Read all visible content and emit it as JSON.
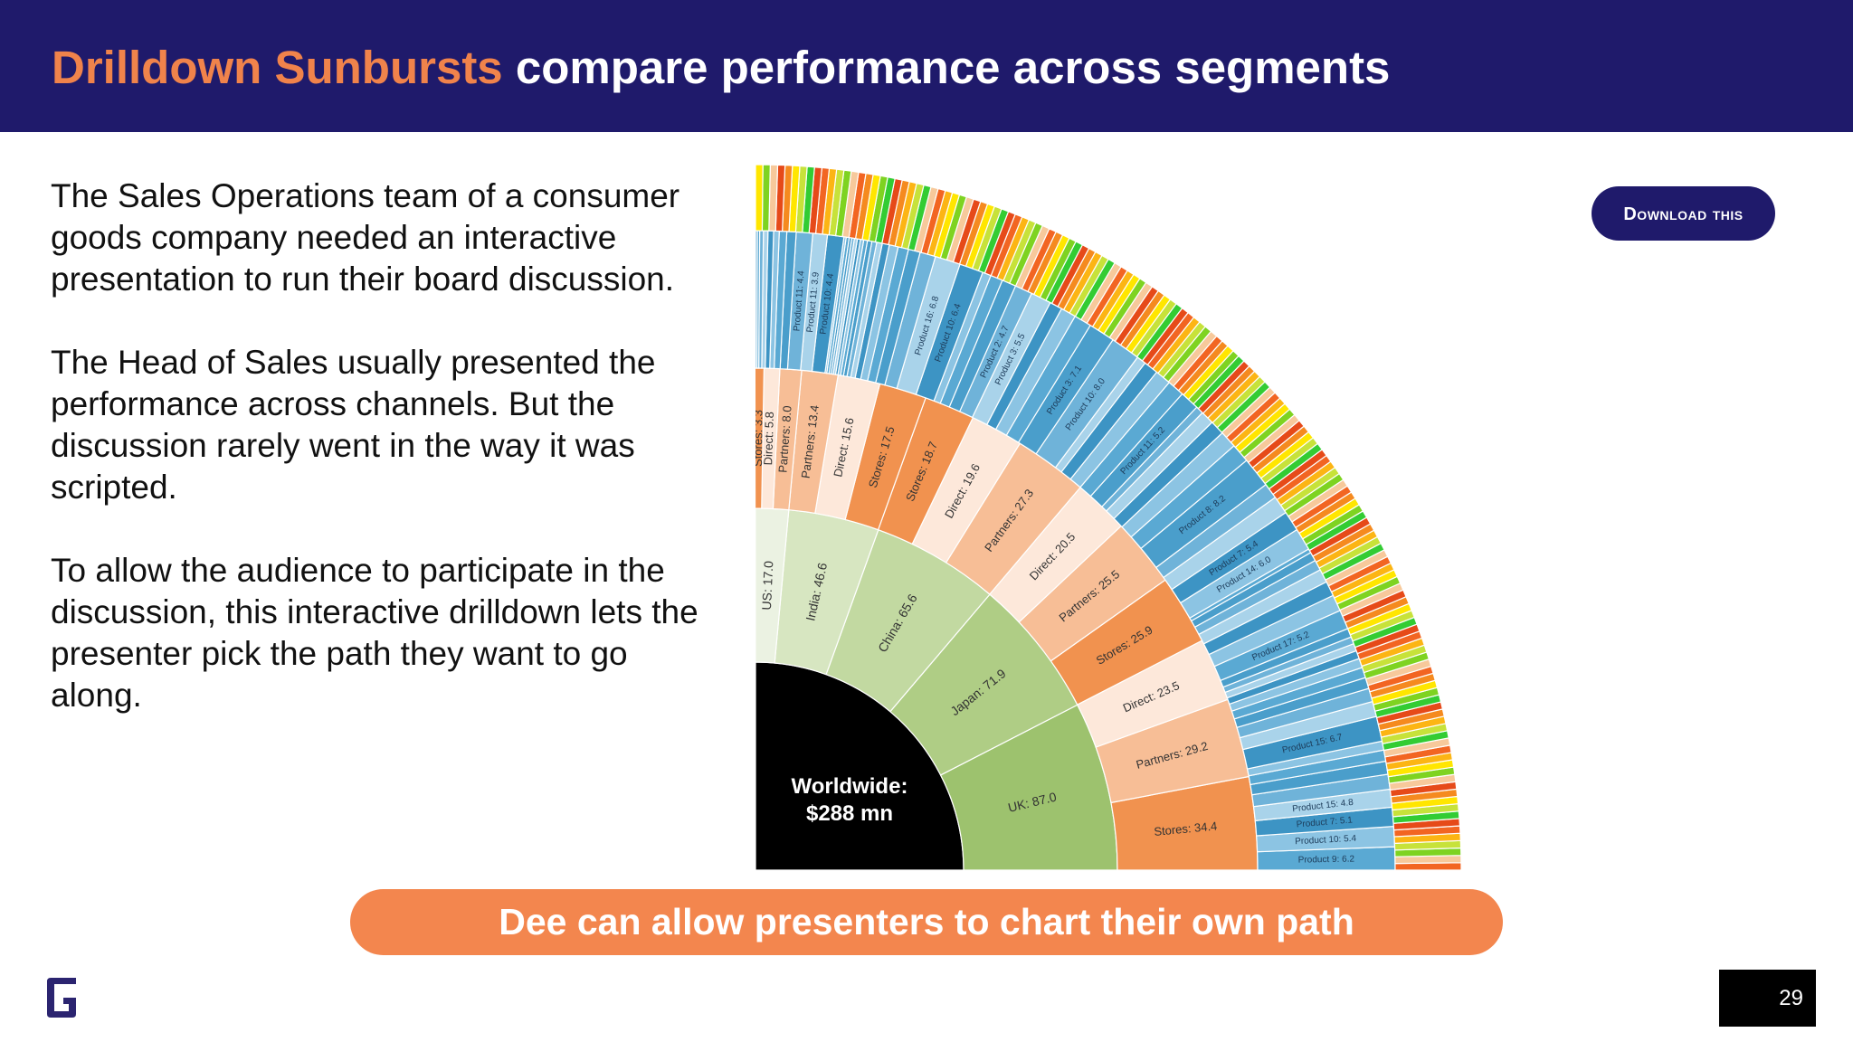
{
  "header": {
    "title_highlight": "Drilldown Sunbursts",
    "title_rest": " compare performance across segments"
  },
  "body": {
    "paragraphs": [
      "The Sales Operations team of a consumer goods company needed an interactive presentation to run their board discussion.",
      "The Head of Sales usually presented the performance across channels. But the discussion rarely went in the way it was scripted.",
      "To allow the audience to participate in the discussion, this interactive drilldown lets the presenter pick the path they want to go along."
    ]
  },
  "download_label": "Download this",
  "callout": "Dee can allow presenters to chart their own path",
  "page_number": "29",
  "colors": {
    "navy": "#1f1a6b",
    "orange": "#f3864e",
    "root": "#000000"
  },
  "chart_data": {
    "type": "sunburst",
    "root": {
      "label_line1": "Worldwide:",
      "label_line2": "$288 mn",
      "value": 288
    },
    "countries": [
      {
        "label": "UK: 87.0",
        "value": 87.0,
        "color": "#9dc26e"
      },
      {
        "label": "Japan: 71.9",
        "value": 71.9,
        "color": "#afcd85"
      },
      {
        "label": "China: 65.6",
        "value": 65.6,
        "color": "#c2d9a1"
      },
      {
        "label": "India: 46.6",
        "value": 46.6,
        "color": "#d7e6c1"
      },
      {
        "label": "US: 17.0",
        "value": 17.0,
        "color": "#ebf2e2"
      }
    ],
    "channels": [
      {
        "label": "Stores: 34.4",
        "value": 34.4,
        "color": "#f1924f"
      },
      {
        "label": "Partners: 29.2",
        "value": 29.2,
        "color": "#f7be96"
      },
      {
        "label": "Direct: 23.5",
        "value": 23.5,
        "color": "#fde8da"
      },
      {
        "label": "Stores: 25.9",
        "value": 25.9,
        "color": "#f1924f"
      },
      {
        "label": "Partners: 25.5",
        "value": 25.5,
        "color": "#f7be96"
      },
      {
        "label": "Direct: 20.5",
        "value": 20.5,
        "color": "#fde8da"
      },
      {
        "label": "Partners: 27.3",
        "value": 27.3,
        "color": "#f7be96"
      },
      {
        "label": "Direct: 19.6",
        "value": 19.6,
        "color": "#fde8da"
      },
      {
        "label": "Stores: 18.7",
        "value": 18.7,
        "color": "#f1924f"
      },
      {
        "label": "Stores: 17.5",
        "value": 17.5,
        "color": "#f1924f"
      },
      {
        "label": "Direct: 15.6",
        "value": 15.6,
        "color": "#fde8da"
      },
      {
        "label": "Partners: 13.4",
        "value": 13.4,
        "color": "#f7be96"
      },
      {
        "label": "Partners: 8.0",
        "value": 8.0,
        "color": "#f7be96"
      },
      {
        "label": "Direct: 5.8",
        "value": 5.8,
        "color": "#fde8da"
      },
      {
        "label": "Stores: 3.3",
        "value": 3.3,
        "color": "#f1924f"
      }
    ],
    "products": [
      {
        "label": "Product 9: 6.2",
        "value": 6.2
      },
      {
        "label": "Product 10: 5.4",
        "value": 5.4
      },
      {
        "label": "Product 7: 5.1",
        "value": 5.1
      },
      {
        "label": "Product 15: 4.8",
        "value": 4.8
      },
      {
        "label": "",
        "value": 4.0
      },
      {
        "label": "",
        "value": 3.5
      },
      {
        "label": "",
        "value": 3.0
      },
      {
        "label": "",
        "value": 2.4
      },
      {
        "label": "Product 15: 6.7",
        "value": 6.7
      },
      {
        "label": "",
        "value": 4.1
      },
      {
        "label": "",
        "value": 3.6
      },
      {
        "label": "",
        "value": 3.0
      },
      {
        "label": "",
        "value": 2.8
      },
      {
        "label": "",
        "value": 2.5
      },
      {
        "label": "",
        "value": 2.2
      },
      {
        "label": "",
        "value": 2.0
      },
      {
        "label": "",
        "value": 1.9
      },
      {
        "label": "",
        "value": 2.4
      },
      {
        "label": "Product 17: 5.2",
        "value": 5.2
      },
      {
        "label": "",
        "value": 4.4
      },
      {
        "label": "",
        "value": 4.0
      },
      {
        "label": "",
        "value": 3.6
      },
      {
        "label": "",
        "value": 2.8
      },
      {
        "label": "",
        "value": 2.4
      },
      {
        "label": "",
        "value": 1.1
      },
      {
        "label": "Product 14: 6.0",
        "value": 6.0
      },
      {
        "label": "Product 7: 5.4",
        "value": 5.4
      },
      {
        "label": "",
        "value": 4.9
      },
      {
        "label": "",
        "value": 4.2
      },
      {
        "label": "Product 8: 8.2",
        "value": 8.2
      },
      {
        "label": "",
        "value": 5.1
      },
      {
        "label": "",
        "value": 4.6
      },
      {
        "label": "",
        "value": 3.9
      },
      {
        "label": "",
        "value": 3.6
      },
      {
        "label": "",
        "value": 2.1
      },
      {
        "label": "Product 11: 5.2",
        "value": 5.2
      },
      {
        "label": "",
        "value": 4.6
      },
      {
        "label": "",
        "value": 4.3
      },
      {
        "label": "",
        "value": 3.9
      },
      {
        "label": "",
        "value": 2.5
      },
      {
        "label": "Product 10: 8.0",
        "value": 8.0
      },
      {
        "label": "Product 3: 7.1",
        "value": 7.1
      },
      {
        "label": "",
        "value": 4.7
      },
      {
        "label": "",
        "value": 4.1
      },
      {
        "label": "",
        "value": 3.4
      },
      {
        "label": "Product 3: 5.5",
        "value": 5.5
      },
      {
        "label": "Product 2: 4.7",
        "value": 4.7
      },
      {
        "label": "",
        "value": 3.8
      },
      {
        "label": "",
        "value": 3.3
      },
      {
        "label": "",
        "value": 2.3
      },
      {
        "label": "Product 10: 6.4",
        "value": 6.4
      },
      {
        "label": "Product 16: 6.8",
        "value": 6.8
      },
      {
        "label": "",
        "value": 4.2
      },
      {
        "label": "",
        "value": 3.2
      },
      {
        "label": "",
        "value": 2.8
      },
      {
        "label": "",
        "value": 2.4
      },
      {
        "label": "",
        "value": 1.9
      },
      {
        "label": "",
        "value": 1.5
      },
      {
        "label": "",
        "value": 1.3
      },
      {
        "label": "",
        "value": 1.2
      },
      {
        "label": "",
        "value": 1.0
      },
      {
        "label": "",
        "value": 0.9
      },
      {
        "label": "",
        "value": 0.8
      },
      {
        "label": "",
        "value": 0.8
      },
      {
        "label": "",
        "value": 0.7
      },
      {
        "label": "",
        "value": 0.7
      },
      {
        "label": "",
        "value": 0.8
      },
      {
        "label": "",
        "value": 0.6
      },
      {
        "label": "Product 10: 4.4",
        "value": 4.4
      },
      {
        "label": "Product 11: 3.9",
        "value": 3.9
      },
      {
        "label": "Product 11: 4.4",
        "value": 4.4
      },
      {
        "label": "",
        "value": 2.5
      },
      {
        "label": "",
        "value": 2.0
      },
      {
        "label": "",
        "value": 1.5
      },
      {
        "label": "",
        "value": 1.5
      },
      {
        "label": "",
        "value": 1.2
      },
      {
        "label": "",
        "value": 1.0
      },
      {
        "label": "",
        "value": 0.6
      },
      {
        "label": "",
        "value": 0.5
      }
    ],
    "outer_ring_palette": [
      "#f26522",
      "#f58a1f",
      "#fcb514",
      "#ffe600",
      "#c7e23a",
      "#7ed321",
      "#33cc33",
      "#f7c99b",
      "#e64a19"
    ]
  }
}
